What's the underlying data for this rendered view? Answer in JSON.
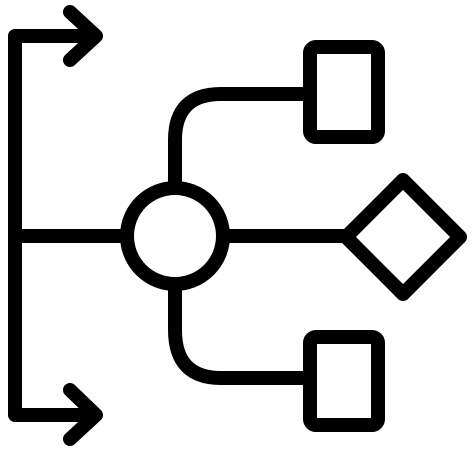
{
  "icon": {
    "name": "workflow-flowchart-icon",
    "colors": {
      "stroke": "#000000",
      "background": "#ffffff",
      "shape_fill": "#ffffff"
    },
    "parts": [
      "top-arrow-icon",
      "bottom-arrow-icon",
      "central-node-circle",
      "top-process-box",
      "decision-diamond",
      "bottom-process-box"
    ]
  }
}
